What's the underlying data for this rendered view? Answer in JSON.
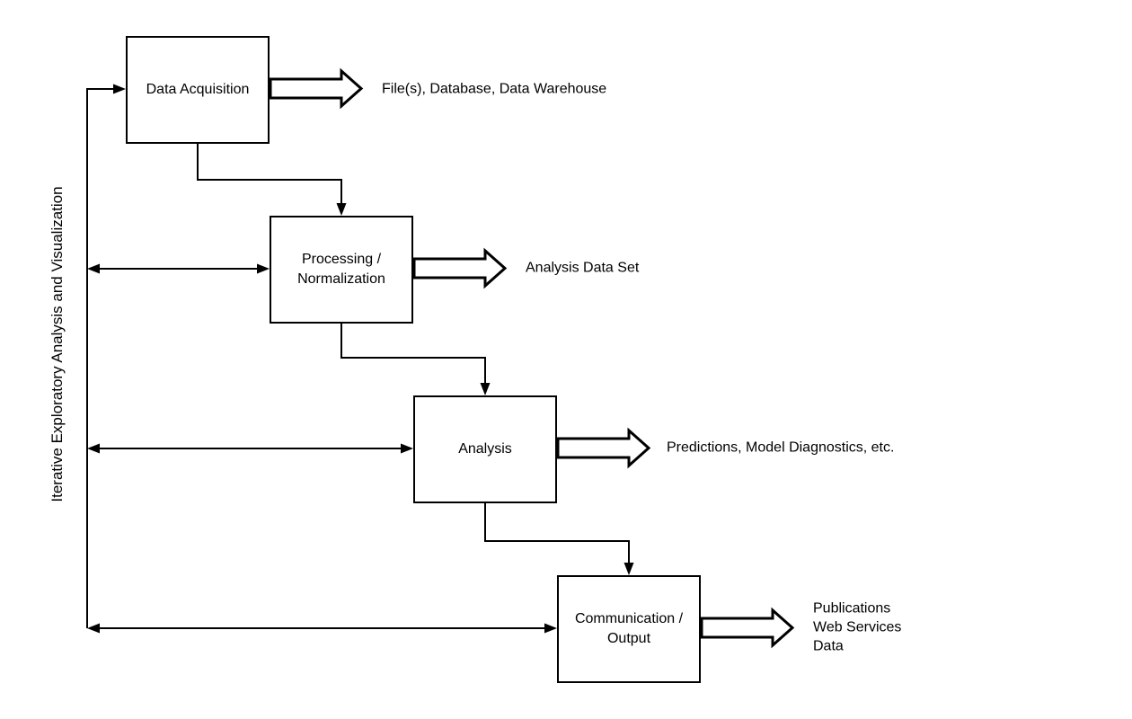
{
  "diagram": {
    "background": "#ffffff",
    "stroke_color": "#000000",
    "vertical_label": "Iterative Exploratory Analysis and Visualization",
    "nodes": [
      {
        "label_lines": [
          "Data Acquisition"
        ],
        "output_lines": [
          "File(s), Database, Data Warehouse"
        ]
      },
      {
        "label_lines": [
          "Processing /",
          "Normalization"
        ],
        "output_lines": [
          "Analysis Data Set"
        ]
      },
      {
        "label_lines": [
          "Analysis"
        ],
        "output_lines": [
          "Predictions, Model Diagnostics, etc."
        ]
      },
      {
        "label_lines": [
          "Communication /",
          "Output"
        ],
        "output_lines": [
          "Publications",
          "Web Services",
          "Data"
        ]
      }
    ]
  }
}
